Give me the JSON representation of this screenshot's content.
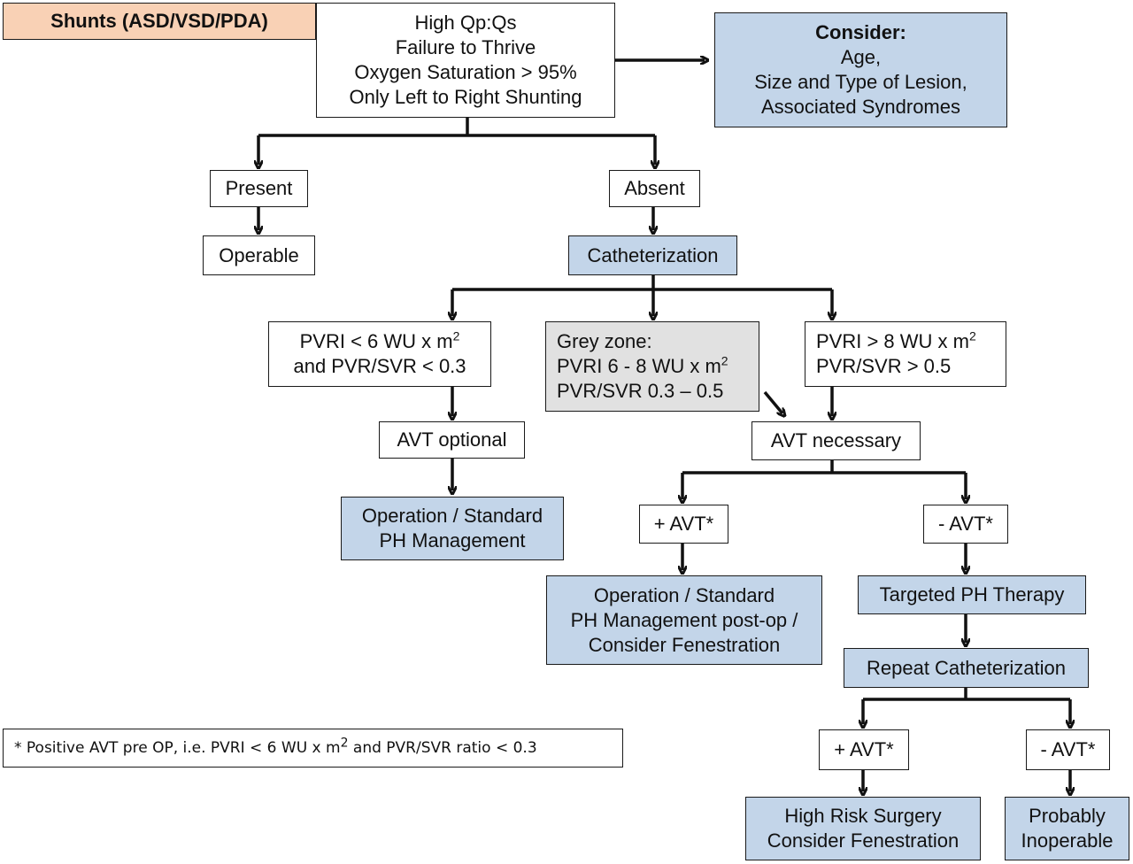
{
  "title": "Shunts (ASD/VSD/PDA)",
  "criteria": {
    "lines": [
      "High Qp:Qs",
      "Failure to Thrive",
      "Oxygen Saturation > 95%",
      "Only Left to Right Shunting"
    ]
  },
  "consider": {
    "heading": "Consider:",
    "lines": [
      "Age,",
      "Size and Type of Lesion,",
      "Associated Syndromes"
    ]
  },
  "present": "Present",
  "absent": "Absent",
  "operable": "Operable",
  "catheterization": "Catheterization",
  "low_pvri": {
    "line1": "PVRI < 6 WU x m",
    "line1_sup": "2",
    "line2": "and PVR/SVR < 0.3"
  },
  "grey_zone": {
    "line1": "Grey zone:",
    "line2": "PVRI 6 - 8 WU x m",
    "line2_sup": "2",
    "line3": "PVR/SVR 0.3 – 0.5"
  },
  "high_pvri": {
    "line1": "PVRI > 8 WU x m",
    "line1_sup": "2",
    "line2": "PVR/SVR > 0.5"
  },
  "avt_optional": "AVT optional",
  "avt_necessary": "AVT necessary",
  "operation_standard": {
    "line1": "Operation / Standard",
    "line2": "PH Management"
  },
  "plus_avt_1": "+ AVT*",
  "minus_avt_1": "- AVT*",
  "operation_postop": {
    "line1": "Operation / Standard",
    "line2": "PH Management post-op /",
    "line3": "Consider Fenestration"
  },
  "targeted_therapy": "Targeted PH Therapy",
  "repeat_cath": "Repeat Catheterization",
  "plus_avt_2": "+ AVT*",
  "minus_avt_2": "- AVT*",
  "high_risk": {
    "line1": "High Risk Surgery",
    "line2": "Consider Fenestration"
  },
  "inoperable": {
    "line1": "Probably",
    "line2": "Inoperable"
  },
  "footnote": {
    "text1": "* Positive AVT pre OP, i.e. PVRI < 6 WU x m",
    "sup": "2",
    "text2": " and PVR/SVR ratio < 0.3"
  },
  "colors": {
    "blue_box": "#c3d5e9",
    "grey_box": "#e1e1e1",
    "title_box": "#f9d1b5",
    "line": "#111111"
  }
}
